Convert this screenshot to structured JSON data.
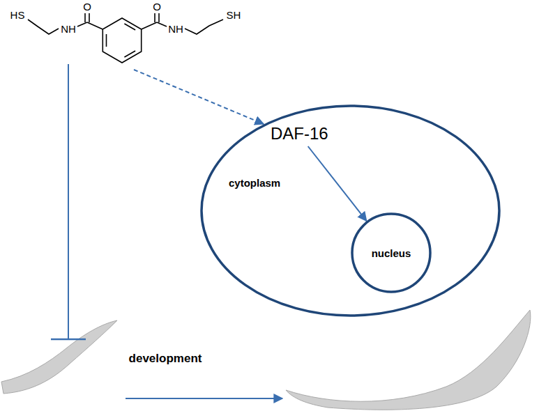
{
  "diagram": {
    "nodes": [
      {
        "text": [
          "cytoplasm"
        ]
      },
      {
        "text": [
          "DAF-16"
        ],
        "in": 0
      },
      {
        "text": [
          "nucleus"
        ],
        "in": 0
      }
    ],
    "edges": [
      {
        "from": 1,
        "to": 2,
        "arrow": "to"
      }
    ],
    "labels": [
      "HS",
      "NH",
      "O",
      "O",
      "NH",
      "SH",
      "development"
    ]
  }
}
